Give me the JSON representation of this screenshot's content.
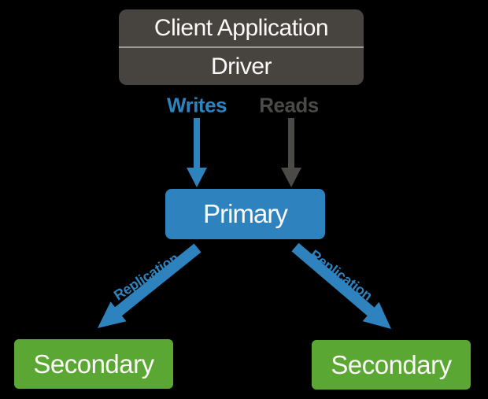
{
  "colors": {
    "background": "#000000",
    "client_box": "#474440",
    "divider": "#9d9b97",
    "blue": "#2e83bf",
    "green": "#5aa734",
    "gray": "#4b4a47",
    "text_light": "#fbfaf8"
  },
  "client_box": {
    "application_label": "Client Application",
    "driver_label": "Driver"
  },
  "flow_labels": {
    "writes": "Writes",
    "reads": "Reads"
  },
  "nodes": {
    "primary": "Primary",
    "secondary_left": "Secondary",
    "secondary_right": "Secondary"
  },
  "replication_labels": {
    "left": "Replication",
    "right": "Replication"
  },
  "icons": {
    "writes_arrow": "down-arrow",
    "reads_arrow": "down-arrow",
    "replication_left_arrow": "diagonal-down-left-arrow",
    "replication_right_arrow": "diagonal-down-right-arrow"
  }
}
